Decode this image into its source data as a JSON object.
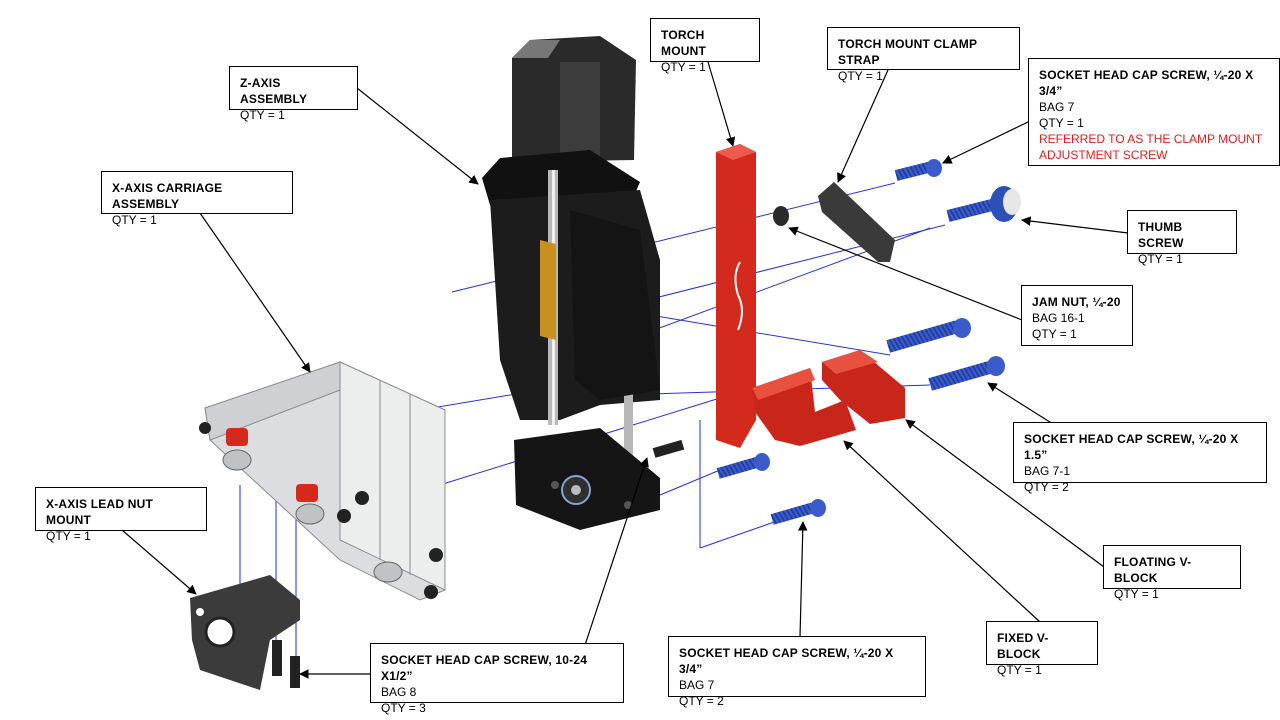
{
  "callouts": {
    "z_axis": {
      "title": "Z-AXIS ASSEMBLY",
      "lines": [
        "QTY = 1"
      ]
    },
    "x_axis_carriage": {
      "title": "X-AXIS CARRIAGE ASSEMBLY",
      "lines": [
        "QTY = 1"
      ]
    },
    "x_axis_lead_nut_mount": {
      "title": "X-AXIS LEAD NUT MOUNT",
      "lines": [
        "QTY = 1"
      ]
    },
    "torch_mount": {
      "title": "TORCH MOUNT",
      "lines": [
        "QTY = 1"
      ]
    },
    "torch_mount_clamp_strap": {
      "title": "TORCH MOUNT CLAMP STRAP",
      "lines": [
        "QTY = 1"
      ]
    },
    "shcs_clamp": {
      "title": "SOCKET HEAD CAP SCREW, ¼-20 X\n3/4”",
      "lines": [
        "BAG 7",
        "QTY = 1"
      ],
      "note": "REFERRED TO AS THE CLAMP MOUNT\nADJUSTMENT SCREW"
    },
    "thumb_screw": {
      "title": "THUMB SCREW",
      "lines": [
        "QTY = 1"
      ]
    },
    "jam_nut": {
      "title": "JAM NUT, ¼-20",
      "lines": [
        "BAG 16-1",
        "QTY = 1"
      ]
    },
    "shcs_1_5": {
      "title": "SOCKET HEAD CAP SCREW, ¼-20 X 1.5”",
      "lines": [
        "BAG 7-1",
        "QTY = 2"
      ]
    },
    "floating_v_block": {
      "title": "FLOATING V-BLOCK",
      "lines": [
        "QTY = 1"
      ]
    },
    "fixed_v_block": {
      "title": "FIXED V-BLOCK",
      "lines": [
        "QTY = 1"
      ]
    },
    "shcs_3_4": {
      "title": "SOCKET HEAD CAP SCREW, ¼-20 X 3/4”",
      "lines": [
        "BAG 7",
        "QTY = 2"
      ]
    },
    "shcs_10_24": {
      "title": "SOCKET HEAD CAP SCREW, 10-24 X1/2”",
      "lines": [
        "BAG 8",
        "QTY = 3"
      ]
    }
  },
  "colors": {
    "part_red": "#d42a1e",
    "part_black": "#1a1a1a",
    "part_grey": "#d9dadc",
    "screw_blue": "#3a5bc9",
    "guide_line_blue": "#2233dd",
    "leader_black": "#000000",
    "note_red": "#e02020",
    "brass": "#c8901e"
  },
  "icons": [
    "z-axis-stepper-icon",
    "torch-mount-icon",
    "clamp-strap-icon",
    "thumb-screw-icon",
    "jam-nut-icon",
    "v-block-icon",
    "socket-screw-icon",
    "lead-nut-mount-icon",
    "carriage-plate-icon"
  ]
}
